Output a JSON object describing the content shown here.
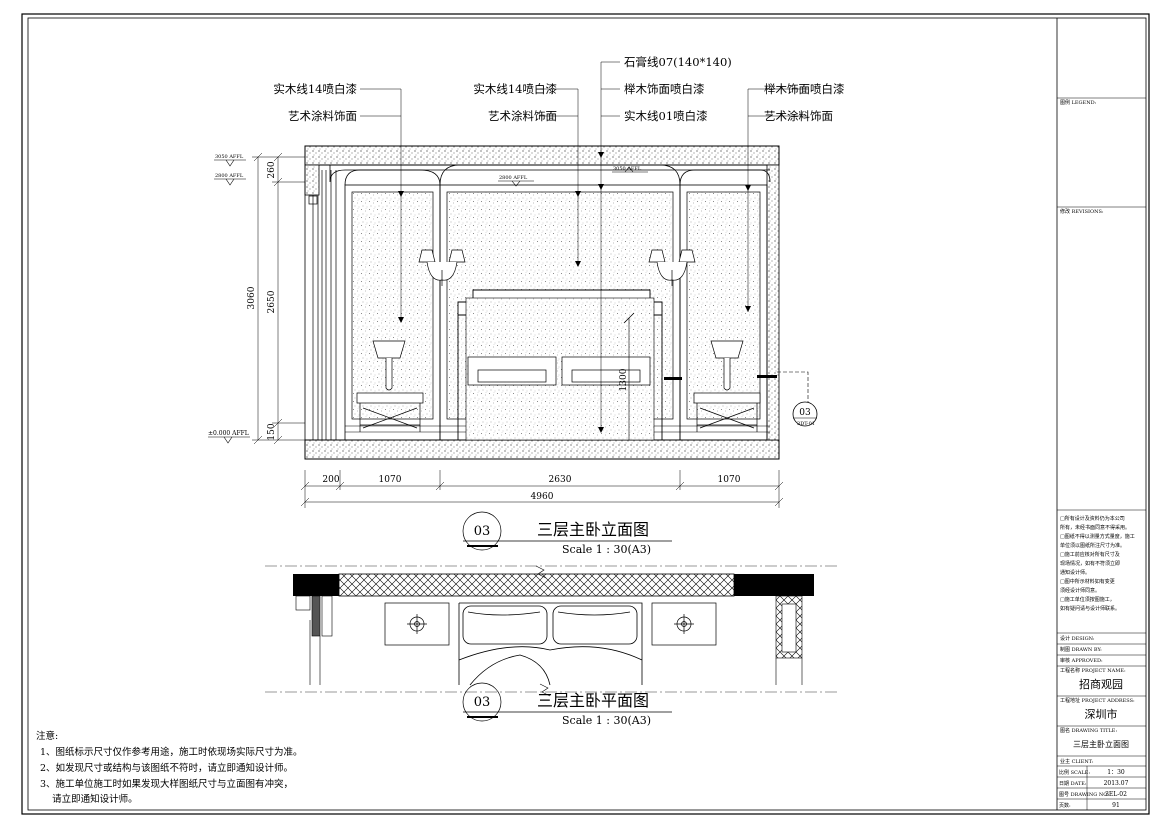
{
  "elevation": {
    "callouts_left": [
      "实木线14喷白漆",
      "艺术涂料饰面"
    ],
    "callouts_center_left": [
      "实木线14喷白漆",
      "艺术涂料饰面"
    ],
    "callouts_center_right": [
      "石膏线07(140*140)",
      "榉木饰面喷白漆",
      "实木线01喷白漆"
    ],
    "callouts_right": [
      "榉木饰面喷白漆",
      "艺术涂料饰面"
    ],
    "levels": [
      "3050 AFFL",
      "2800 AFFL",
      "±0.000 AFFL"
    ],
    "inner_levels": [
      "2800 AFFL",
      "3050 AFFL"
    ],
    "vertical_dims": [
      "260",
      "2650",
      "3060",
      "150"
    ],
    "bed_height_dim": "1300",
    "horizontal_dims": [
      "200",
      "1070",
      "2630",
      "1070"
    ],
    "overall_dim": "4960",
    "section_marker": {
      "number": "03",
      "sheet": "3DT-01"
    },
    "title": {
      "number": "03",
      "name": "三层主卧立面图",
      "scale": "Scale 1 : 30(A3)"
    }
  },
  "plan": {
    "title": {
      "number": "03",
      "name": "三层主卧平面图",
      "scale": "Scale 1 : 30(A3)"
    }
  },
  "notes": {
    "heading": "注意:",
    "items": [
      "1、图纸标示尺寸仅作参考用途，施工时依现场实际尺寸为准。",
      "2、如发现尺寸或结构与该图纸不符时，请立即通知设计师。",
      "3、施工单位施工时如果发现大样图纸尺寸与立面图有冲突，",
      "    请立即通知设计师。"
    ]
  },
  "title_block": {
    "legend_label": "图例 LEGEND:",
    "revisions_label": "修改 REVISIONS:",
    "fine_print": [
      "□所有设计及资料仍为本公司",
      "所有，未经书面同意不得采用。",
      "□图纸不得以测量方式量度，施工",
      "单位须以图纸所注尺寸为准。",
      "□施工前应核对所有尺寸及",
      "现场情况，如有不符须立即",
      "通知设计师。",
      "□图中所示材料如有变更",
      "须经设计师同意。",
      "□施工单位须按图施工，",
      "如有疑问请与设计师联系。"
    ],
    "design_label": "设计 DESIGN:",
    "drawn_label": "制图 DRAWN BY:",
    "check_label": "审核 APPROVED:",
    "project_name_label": "工程名称 PROJECT NAME:",
    "project_name": "招商观园",
    "project_address_label": "工程地址 PROJECT ADDRESS:",
    "project_address": "深圳市",
    "drawing_title_label": "图名 DRAWING TITLE:",
    "drawing_title": "三层主卧立面图",
    "client_label": "业主 CLIENT:",
    "scale_label": "比例 SCALE:",
    "scale_value": "1：30",
    "date_label": "日期 DATE:",
    "date_value": "2013.07",
    "drawing_no_label": "图号 DRAWING NO:",
    "drawing_no_value": "3EL-02",
    "page_label": "页数:",
    "page_value": "91"
  }
}
